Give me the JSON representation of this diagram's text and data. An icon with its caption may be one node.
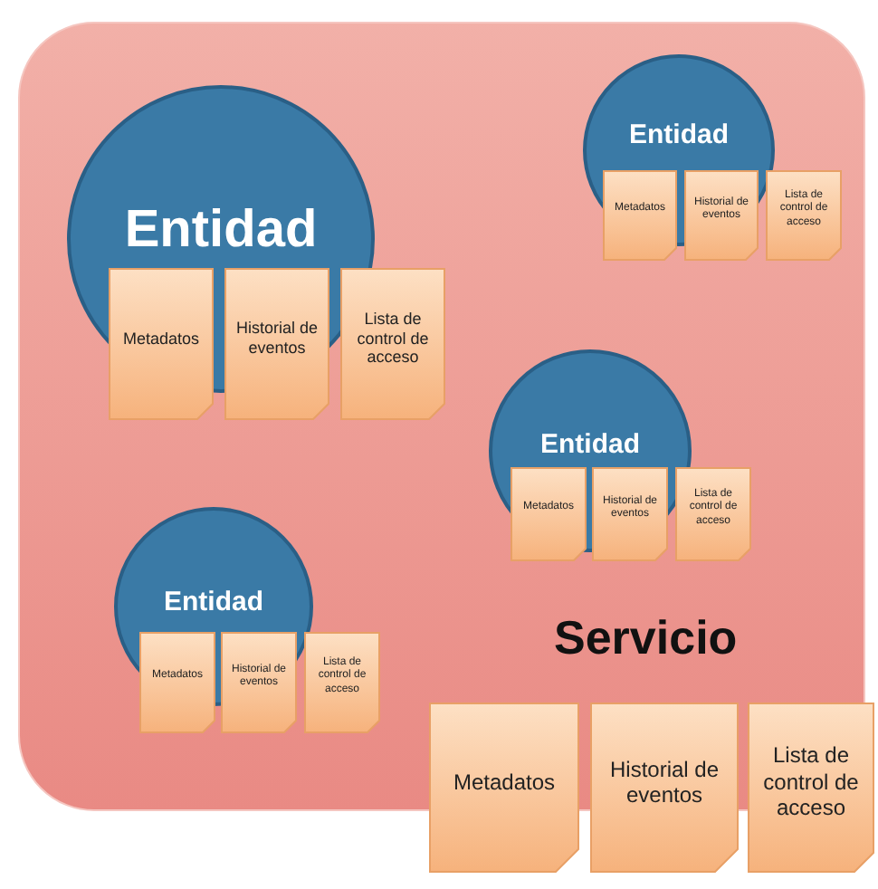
{
  "diagram": {
    "nodes": [
      {
        "text": [
          "Servicio"
        ]
      },
      {
        "text": [
          "Entidad"
        ],
        "in": 0
      },
      {
        "text": [
          "Metadatos"
        ],
        "in": 0
      },
      {
        "text": [
          "Historial de eventos"
        ],
        "in": 0
      },
      {
        "text": [
          "Lista de control de acceso"
        ],
        "in": 0
      },
      {
        "text": [
          "Entidad"
        ],
        "in": 0
      },
      {
        "text": [
          "Metadatos"
        ],
        "in": 0
      },
      {
        "text": [
          "Historial de eventos"
        ],
        "in": 0
      },
      {
        "text": [
          "Lista de control de acceso"
        ],
        "in": 0
      },
      {
        "text": [
          "Entidad"
        ],
        "in": 0
      },
      {
        "text": [
          "Metadatos"
        ],
        "in": 0
      },
      {
        "text": [
          "Historial de eventos"
        ],
        "in": 0
      },
      {
        "text": [
          "Lista de control de acceso"
        ],
        "in": 0
      },
      {
        "text": [
          "Entidad"
        ],
        "in": 0
      },
      {
        "text": [
          "Metadatos"
        ],
        "in": 0
      },
      {
        "text": [
          "Historial de eventos"
        ],
        "in": 0
      },
      {
        "text": [
          "Lista de control de acceso"
        ],
        "in": 0
      },
      {
        "text": [
          "Metadatos"
        ]
      },
      {
        "text": [
          "Historial de eventos"
        ]
      },
      {
        "text": [
          "Lista de control de acceso"
        ]
      }
    ]
  }
}
